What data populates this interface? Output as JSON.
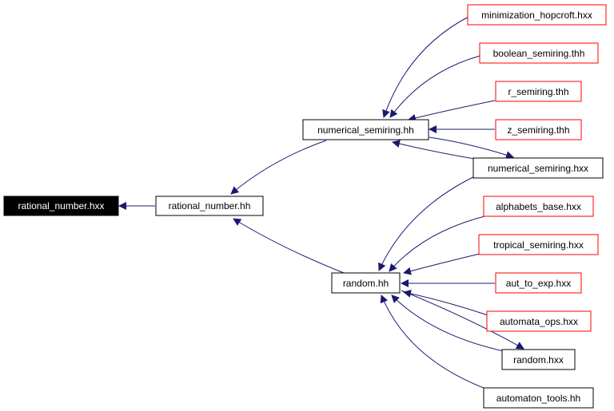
{
  "nodes": {
    "rational_number_hxx": {
      "label": "rational_number.hxx"
    },
    "rational_number_hh": {
      "label": "rational_number.hh"
    },
    "numerical_semiring_hh": {
      "label": "numerical_semiring.hh"
    },
    "random_hh": {
      "label": "random.hh"
    },
    "minimization_hopcroft_hxx": {
      "label": "minimization_hopcroft.hxx"
    },
    "boolean_semiring_thh": {
      "label": "boolean_semiring.thh"
    },
    "r_semiring_thh": {
      "label": "r_semiring.thh"
    },
    "z_semiring_thh": {
      "label": "z_semiring.thh"
    },
    "numerical_semiring_hxx": {
      "label": "numerical_semiring.hxx"
    },
    "alphabets_base_hxx": {
      "label": "alphabets_base.hxx"
    },
    "tropical_semiring_hxx": {
      "label": "tropical_semiring.hxx"
    },
    "aut_to_exp_hxx": {
      "label": "aut_to_exp.hxx"
    },
    "automata_ops_hxx": {
      "label": "automata_ops.hxx"
    },
    "random_hxx": {
      "label": "random.hxx"
    },
    "automaton_tools_hh": {
      "label": "automaton_tools.hh"
    }
  },
  "colors": {
    "edge": "#191970",
    "root_fill": "#000000",
    "root_text": "#ffffff",
    "normal_border": "#000000",
    "truncated_border": "#ff0000",
    "text": "#000000"
  }
}
